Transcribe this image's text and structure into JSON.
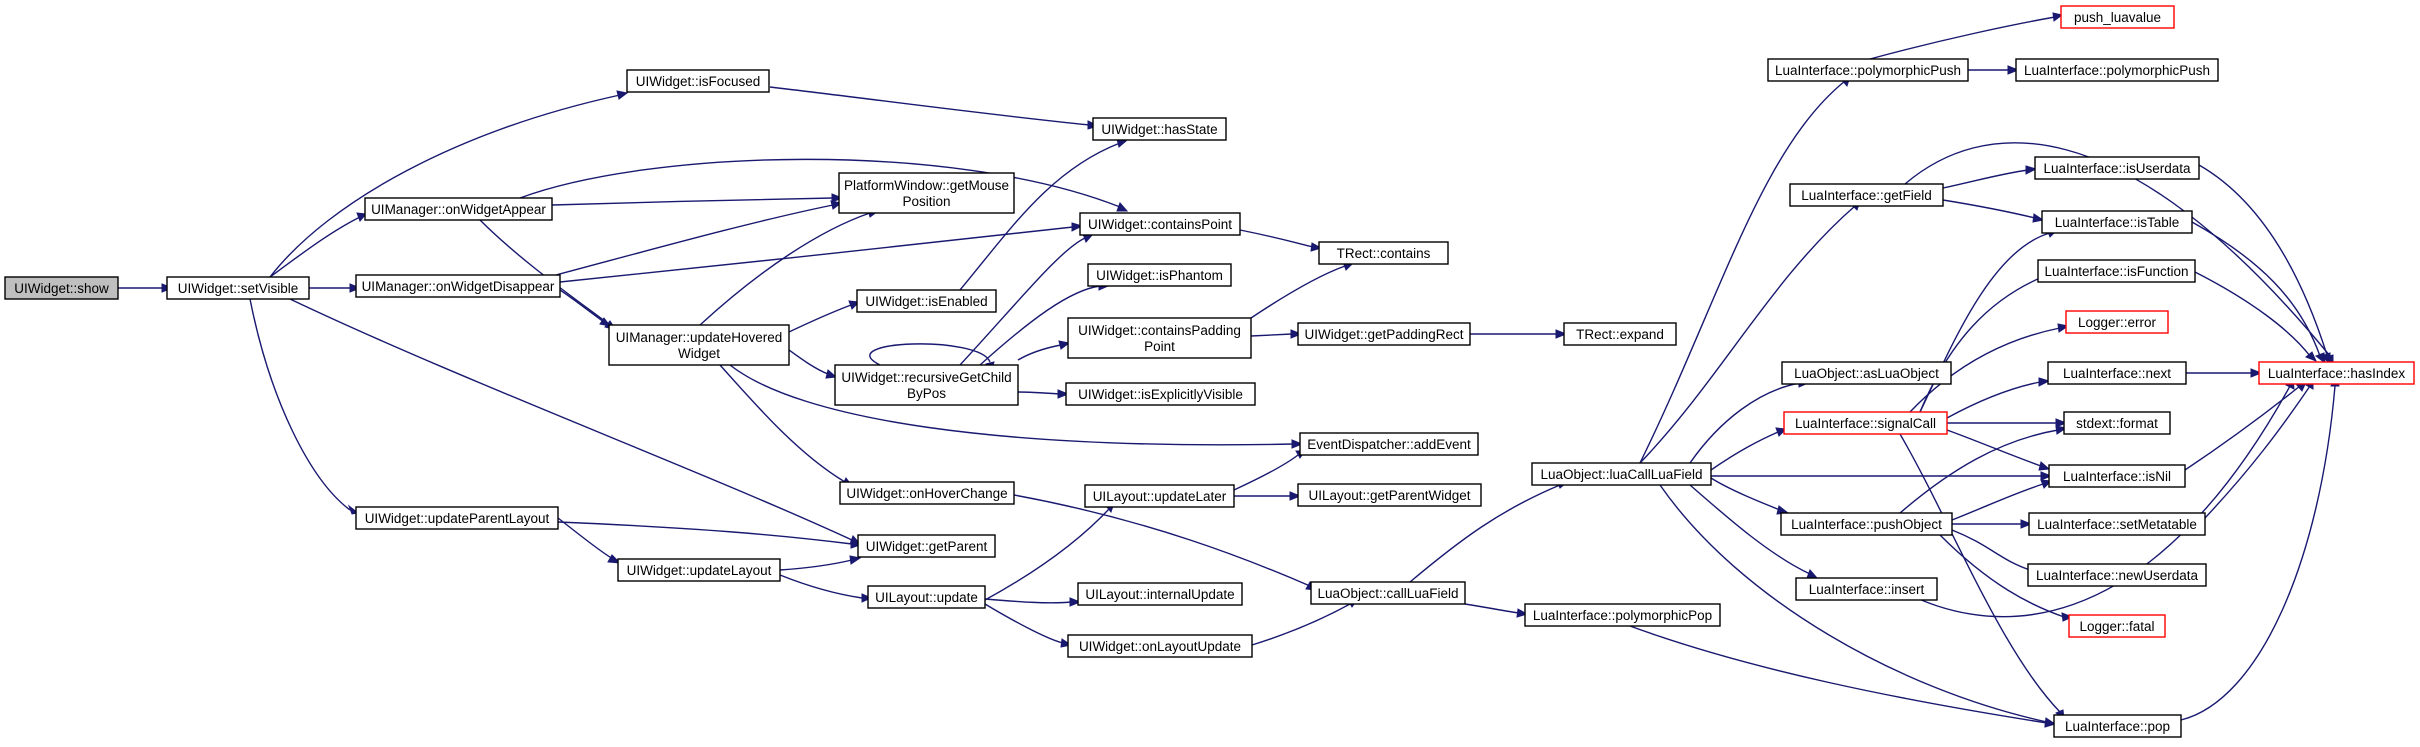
{
  "colors": {
    "edge": "#191970",
    "node_border": "#000000",
    "truncated_border": "#ff0000",
    "root_fill": "#bfbfbf",
    "node_fill": "#ffffff"
  },
  "nodes": [
    {
      "id": "n_show",
      "lines": [
        "UIWidget::show"
      ],
      "kind": "root"
    },
    {
      "id": "n_setVisible",
      "lines": [
        "UIWidget::setVisible"
      ],
      "kind": "normal"
    },
    {
      "id": "n_isFocused",
      "lines": [
        "UIWidget::isFocused"
      ],
      "kind": "normal"
    },
    {
      "id": "n_onWidgetAppear",
      "lines": [
        "UIManager::onWidgetAppear"
      ],
      "kind": "normal"
    },
    {
      "id": "n_onWidgetDisappear",
      "lines": [
        "UIManager::onWidgetDisappear"
      ],
      "kind": "normal"
    },
    {
      "id": "n_updateParentLayout",
      "lines": [
        "UIWidget::updateParentLayout"
      ],
      "kind": "normal"
    },
    {
      "id": "n_updateHoveredWidget",
      "lines": [
        "UIManager::updateHovered",
        "Widget"
      ],
      "kind": "normal"
    },
    {
      "id": "n_updateLayout",
      "lines": [
        "UIWidget::updateLayout"
      ],
      "kind": "normal"
    },
    {
      "id": "n_getMousePosition",
      "lines": [
        "PlatformWindow::getMouse",
        "Position"
      ],
      "kind": "normal"
    },
    {
      "id": "n_isEnabled",
      "lines": [
        "UIWidget::isEnabled"
      ],
      "kind": "normal"
    },
    {
      "id": "n_recursiveGetChildByPos",
      "lines": [
        "UIWidget::recursiveGetChild",
        "ByPos"
      ],
      "kind": "normal"
    },
    {
      "id": "n_onHoverChange",
      "lines": [
        "UIWidget::onHoverChange"
      ],
      "kind": "normal"
    },
    {
      "id": "n_getParent",
      "lines": [
        "UIWidget::getParent"
      ],
      "kind": "normal"
    },
    {
      "id": "n_uiLayoutUpdate",
      "lines": [
        "UILayout::update"
      ],
      "kind": "normal"
    },
    {
      "id": "n_hasState",
      "lines": [
        "UIWidget::hasState"
      ],
      "kind": "normal"
    },
    {
      "id": "n_containsPoint",
      "lines": [
        "UIWidget::containsPoint"
      ],
      "kind": "normal"
    },
    {
      "id": "n_isPhantom",
      "lines": [
        "UIWidget::isPhantom"
      ],
      "kind": "normal"
    },
    {
      "id": "n_containsPaddingPoint",
      "lines": [
        "UIWidget::containsPadding",
        "Point"
      ],
      "kind": "normal"
    },
    {
      "id": "n_isExplicitlyVisible",
      "lines": [
        "UIWidget::isExplicitlyVisible"
      ],
      "kind": "normal"
    },
    {
      "id": "n_updateLater",
      "lines": [
        "UILayout::updateLater"
      ],
      "kind": "normal"
    },
    {
      "id": "n_internalUpdate",
      "lines": [
        "UILayout::internalUpdate"
      ],
      "kind": "normal"
    },
    {
      "id": "n_onLayoutUpdate",
      "lines": [
        "UIWidget::onLayoutUpdate"
      ],
      "kind": "normal"
    },
    {
      "id": "n_addEvent",
      "lines": [
        "EventDispatcher::addEvent"
      ],
      "kind": "normal"
    },
    {
      "id": "n_getParentWidget",
      "lines": [
        "UILayout::getParentWidget"
      ],
      "kind": "normal"
    },
    {
      "id": "n_trectContains",
      "lines": [
        "TRect::contains"
      ],
      "kind": "normal"
    },
    {
      "id": "n_getPaddingRect",
      "lines": [
        "UIWidget::getPaddingRect"
      ],
      "kind": "normal"
    },
    {
      "id": "n_callLuaField",
      "lines": [
        "LuaObject::callLuaField"
      ],
      "kind": "normal"
    },
    {
      "id": "n_trectExpand",
      "lines": [
        "TRect::expand"
      ],
      "kind": "normal"
    },
    {
      "id": "n_luaCallLuaField",
      "lines": [
        "LuaObject::luaCallLuaField"
      ],
      "kind": "normal"
    },
    {
      "id": "n_polymorphicPop",
      "lines": [
        "LuaInterface::polymorphicPop"
      ],
      "kind": "normal"
    },
    {
      "id": "n_polymorphicPush1",
      "lines": [
        "LuaInterface::polymorphicPush"
      ],
      "kind": "normal"
    },
    {
      "id": "n_getField",
      "lines": [
        "LuaInterface::getField"
      ],
      "kind": "normal"
    },
    {
      "id": "n_asLuaObject",
      "lines": [
        "LuaObject::asLuaObject"
      ],
      "kind": "normal"
    },
    {
      "id": "n_signalCall",
      "lines": [
        "LuaInterface::signalCall"
      ],
      "kind": "truncated"
    },
    {
      "id": "n_pushObject",
      "lines": [
        "LuaInterface::pushObject"
      ],
      "kind": "normal"
    },
    {
      "id": "n_insert",
      "lines": [
        "LuaInterface::insert"
      ],
      "kind": "normal"
    },
    {
      "id": "n_pushLuavalue",
      "lines": [
        "push_luavalue"
      ],
      "kind": "truncated"
    },
    {
      "id": "n_polymorphicPush2",
      "lines": [
        "LuaInterface::polymorphicPush"
      ],
      "kind": "normal"
    },
    {
      "id": "n_isUserdata",
      "lines": [
        "LuaInterface::isUserdata"
      ],
      "kind": "normal"
    },
    {
      "id": "n_isTable",
      "lines": [
        "LuaInterface::isTable"
      ],
      "kind": "normal"
    },
    {
      "id": "n_isFunction",
      "lines": [
        "LuaInterface::isFunction"
      ],
      "kind": "normal"
    },
    {
      "id": "n_loggerError",
      "lines": [
        "Logger::error"
      ],
      "kind": "truncated"
    },
    {
      "id": "n_next",
      "lines": [
        "LuaInterface::next"
      ],
      "kind": "normal"
    },
    {
      "id": "n_format",
      "lines": [
        "stdext::format"
      ],
      "kind": "normal"
    },
    {
      "id": "n_isNil",
      "lines": [
        "LuaInterface::isNil"
      ],
      "kind": "normal"
    },
    {
      "id": "n_setMetatable",
      "lines": [
        "LuaInterface::setMetatable"
      ],
      "kind": "normal"
    },
    {
      "id": "n_newUserdata",
      "lines": [
        "LuaInterface::newUserdata"
      ],
      "kind": "normal"
    },
    {
      "id": "n_loggerFatal",
      "lines": [
        "Logger::fatal"
      ],
      "kind": "truncated"
    },
    {
      "id": "n_pop",
      "lines": [
        "LuaInterface::pop"
      ],
      "kind": "normal"
    },
    {
      "id": "n_hasIndex",
      "lines": [
        "LuaInterface::hasIndex"
      ],
      "kind": "truncated"
    }
  ]
}
